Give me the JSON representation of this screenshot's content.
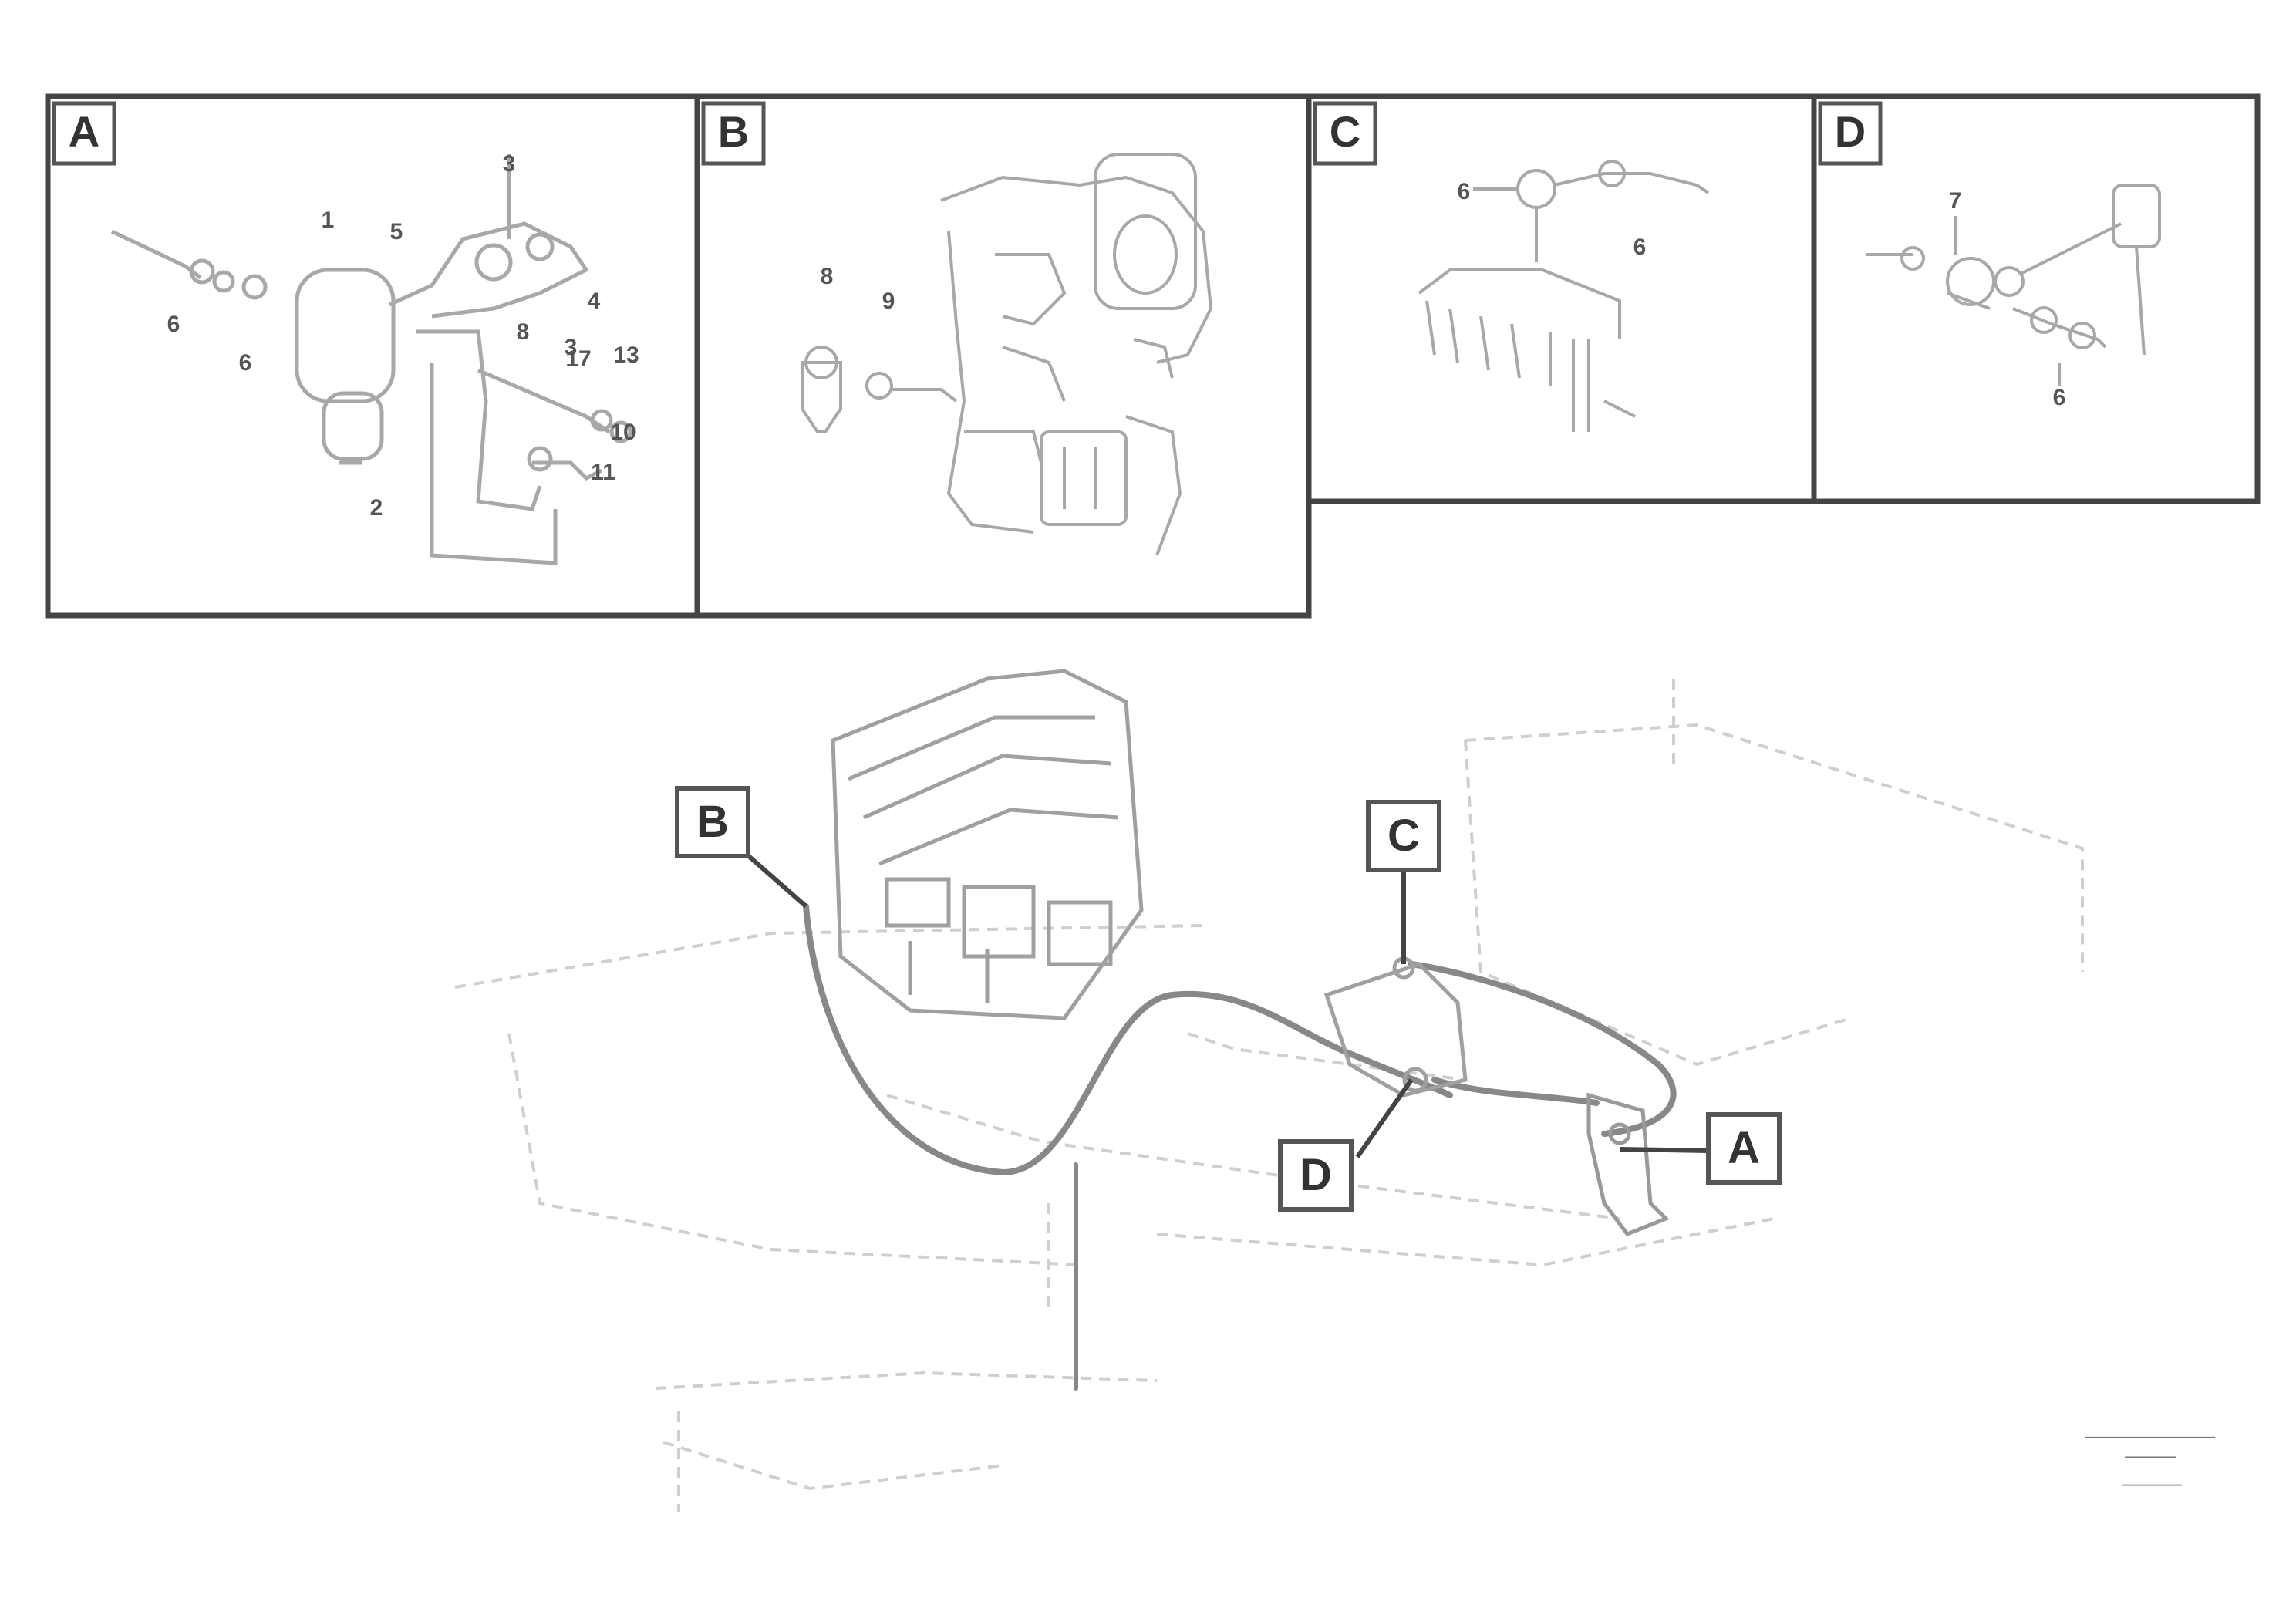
{
  "detail_panels": [
    {
      "letter": "A",
      "callouts": [
        "3",
        "1",
        "5",
        "6",
        "6",
        "4",
        "8",
        "3",
        "17",
        "13",
        "10",
        "11",
        "2"
      ]
    },
    {
      "letter": "B",
      "callouts": [
        "8",
        "9"
      ]
    },
    {
      "letter": "C",
      "callouts": [
        "6",
        "6"
      ]
    },
    {
      "letter": "D",
      "callouts": [
        "7",
        "6"
      ]
    }
  ],
  "overview_tags": {
    "A": "A",
    "B": "B",
    "C": "C",
    "D": "D"
  },
  "reference_block": {
    "line1": "———————",
    "line2": "———",
    "drawing_number": "———"
  },
  "colors": {
    "frame": "#444444",
    "line_art": "#a8a8a8",
    "hose": "#888888",
    "tag_border": "#555555"
  }
}
